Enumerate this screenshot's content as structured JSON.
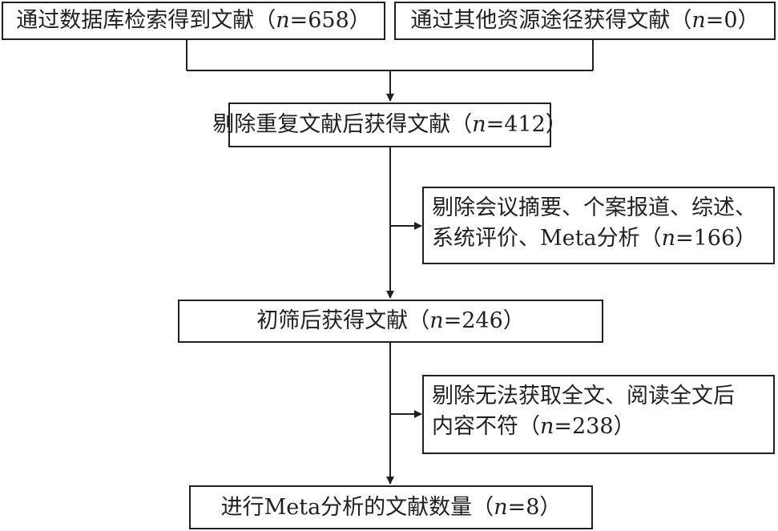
{
  "boxes": {
    "database": {
      "pre": "通过数据库检索得到文献（",
      "n": "n",
      "post": "=658）"
    },
    "other": {
      "pre": "通过其他资源途径获得文献（",
      "n": "n",
      "post": "=0）"
    },
    "dedup": {
      "pre": "剔除重复文献后获得文献（",
      "n": "n",
      "post": "=412）"
    },
    "exclude1": {
      "line1": "剔除会议摘要、个案报道、综述、",
      "line2_pre": "系统评价、Meta分析（",
      "n": "n",
      "line2_post": "=166）"
    },
    "initial": {
      "pre": "初筛后获得文献（",
      "n": "n",
      "post": "=246）"
    },
    "exclude2": {
      "line1": "剔除无法获取全文、阅读全文后",
      "line2_pre": "内容不符（",
      "n": "n",
      "line2_post": "=238）"
    },
    "final": {
      "pre": "进行Meta分析的文献数量（",
      "n": "n",
      "post": "=8）"
    }
  },
  "colors": {
    "stroke": "#231f20",
    "background": "#ffffff"
  }
}
